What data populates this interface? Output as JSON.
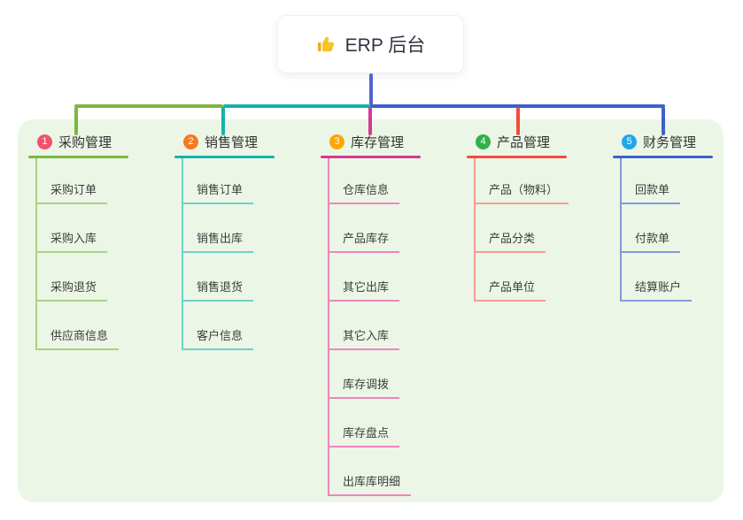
{
  "root": {
    "label": "ERP 后台",
    "icon": "thumbs-up-icon"
  },
  "colors": {
    "trunk": "#5563d2",
    "panel_bg": "#ecf6e6",
    "root_text": "#2f3542",
    "thumb_yellow": "#f7c325",
    "thumb_cuff": "#f0a929"
  },
  "branches": [
    {
      "index": "1",
      "label": "采购管理",
      "badge_color": "#f4526b",
      "line_color": "#7cb73e",
      "child_line_color": "#a9d285",
      "children": [
        "采购订单",
        "采购入库",
        "采购退货",
        "供应商信息"
      ]
    },
    {
      "index": "2",
      "label": "销售管理",
      "badge_color": "#f47a21",
      "line_color": "#14b3ab",
      "child_line_color": "#6fd0c8",
      "children": [
        "销售订单",
        "销售出库",
        "销售退货",
        "客户信息"
      ]
    },
    {
      "index": "3",
      "label": "库存管理",
      "badge_color": "#ffa602",
      "line_color": "#d33a92",
      "child_line_color": "#ee86bd",
      "children": [
        "仓库信息",
        "产品库存",
        "其它出库",
        "其它入库",
        "库存调拨",
        "库存盘点",
        "出库库明细"
      ]
    },
    {
      "index": "4",
      "label": "产品管理",
      "badge_color": "#2fb24c",
      "line_color": "#f44b3c",
      "child_line_color": "#f79d92",
      "children": [
        "产品（物料）",
        "产品分类",
        "产品单位"
      ]
    },
    {
      "index": "5",
      "label": "财务管理",
      "badge_color": "#22a7ea",
      "line_color": "#3e61c8",
      "child_line_color": "#8499d6",
      "children": [
        "回款单",
        "付款单",
        "结算账户"
      ]
    }
  ]
}
